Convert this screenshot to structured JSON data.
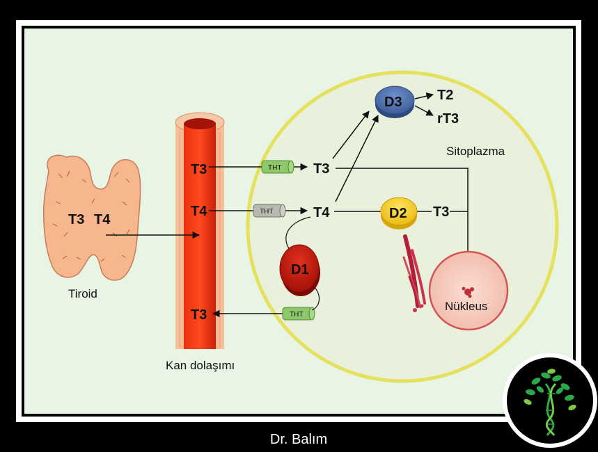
{
  "colors": {
    "background": "#000000",
    "panel": "#e8f4e4",
    "cell_fill": "#e9f1dd",
    "cell_border": "#e8e36e",
    "vessel_outer": "#f2b48a",
    "vessel_inner": "#e8230f",
    "thyroid": "#f6b78e",
    "d3": "#4d6fae",
    "d2": "#f5d22a",
    "d1": "#c8160c",
    "nucleus": "#f7cfc4",
    "transporter_green": "#8dc86b",
    "transporter_gray": "#b8bab1"
  },
  "thyroid": {
    "label": "Tiroid",
    "hormone_t3": "T3",
    "hormone_t4": "T4"
  },
  "vessel": {
    "label": "Kan dolaşımı",
    "t3_top": "T3",
    "t4": "T4",
    "t3_bottom": "T3"
  },
  "transporters": {
    "top": "THT",
    "middle": "THT",
    "bottom": "THT"
  },
  "cell": {
    "cytoplasm_label": "Sitoplazma",
    "nucleus_label": "Nükleus",
    "t3_in": "T3",
    "t4_in": "T4",
    "t3_from_d2": "T3",
    "d3_label": "D3",
    "d2_label": "D2",
    "d1_label": "D1",
    "d3_product_t2": "T2",
    "d3_product_rt3": "rT3"
  },
  "footer": {
    "credit": "Dr. Balım"
  },
  "logo": {
    "icon": "tree-dna-logo"
  }
}
